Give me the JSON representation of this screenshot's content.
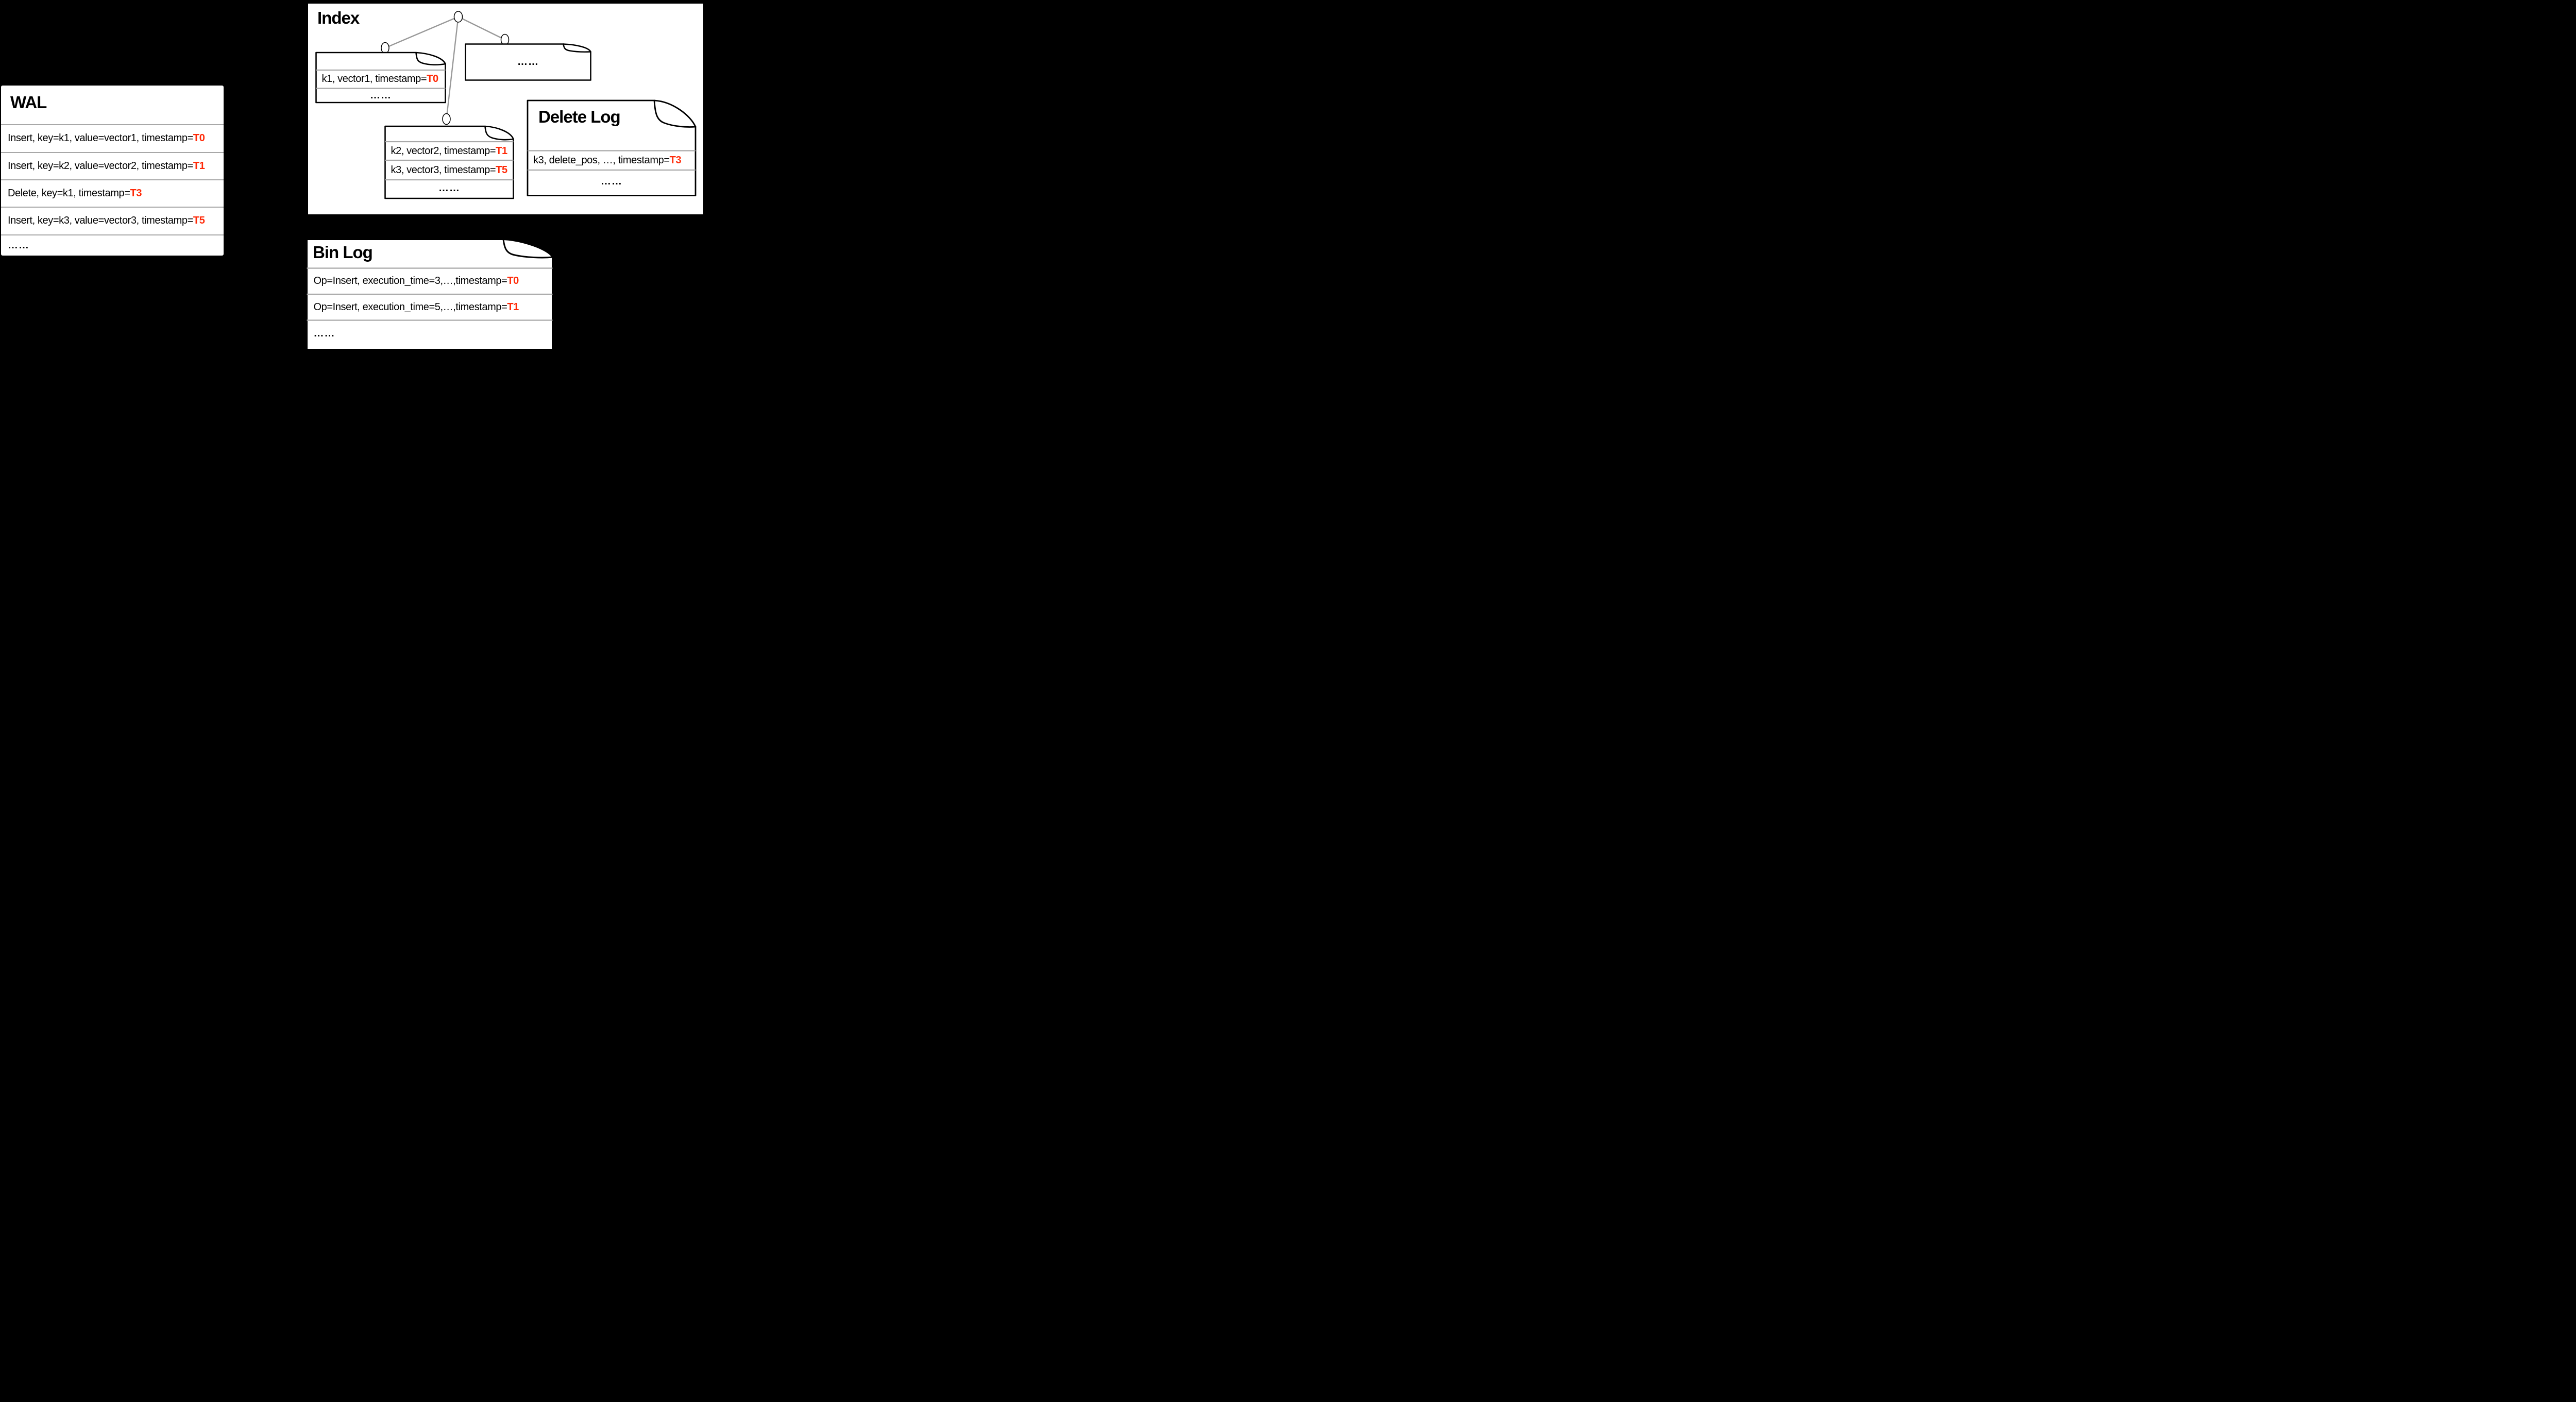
{
  "colors": {
    "page_bg": "#000000",
    "box_bg": "#ffffff",
    "accent_red": "#ff2a08",
    "divider_gray": "#a8a8a8",
    "tree_edge_gray": "#999999",
    "border_black": "#000000"
  },
  "wal": {
    "title": "WAL",
    "rows": [
      {
        "text": "Insert, key=k1, value=vector1, timestamp=",
        "ts": "T0"
      },
      {
        "text": "Insert, key=k2, value=vector2, timestamp=",
        "ts": "T1"
      },
      {
        "text": "Delete, key=k1, timestamp=",
        "ts": "T3"
      },
      {
        "text": "Insert, key=k3, value=vector3, timestamp=",
        "ts": "T5"
      }
    ],
    "ellipsis": "……"
  },
  "index": {
    "title": "Index",
    "segment1": {
      "row": {
        "text": "k1, vector1, timestamp=",
        "ts": "T0"
      },
      "ellipsis": "……"
    },
    "segment2": {
      "rows": [
        {
          "text": "k2, vector2, timestamp=",
          "ts": "T1"
        },
        {
          "text": "k3, vector3, timestamp=",
          "ts": "T5"
        }
      ],
      "ellipsis": "……"
    },
    "segment3": {
      "ellipsis": "……"
    }
  },
  "delete_log": {
    "title": "Delete Log",
    "row": {
      "text": "k3, delete_pos, …, timestamp=",
      "ts": "T3"
    },
    "ellipsis": "……"
  },
  "bin_log": {
    "title": "Bin Log",
    "rows": [
      {
        "text": "Op=Insert, execution_time=3,…,timestamp=",
        "ts": "T0"
      },
      {
        "text": "Op=Insert, execution_time=5,…,timestamp=",
        "ts": "T1"
      }
    ],
    "ellipsis": "……"
  }
}
